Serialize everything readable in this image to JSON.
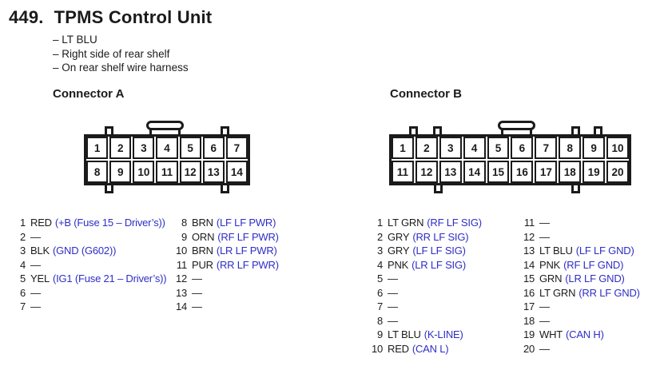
{
  "page": {
    "section_number": "449.",
    "section_title": "TPMS Control Unit",
    "notes": [
      "– LT BLU",
      "– Right side of rear shelf",
      "– On rear shelf wire harness"
    ]
  },
  "colors": {
    "ink": "#1b1b1b",
    "function_blue": "#2e2ec6"
  },
  "connectors": [
    {
      "label": "Connector A",
      "pins_top": [
        "1",
        "2",
        "3",
        "4",
        "5",
        "6",
        "7"
      ],
      "pins_bottom": [
        "8",
        "9",
        "10",
        "11",
        "12",
        "13",
        "14"
      ],
      "list_columns": [
        [
          {
            "n": "1",
            "wire": "RED",
            "fn": "(+B (Fuse 15 – Driver’s))"
          },
          {
            "n": "2",
            "wire": "—",
            "fn": ""
          },
          {
            "n": "3",
            "wire": "BLK",
            "fn": "(GND (G602))"
          },
          {
            "n": "4",
            "wire": "—",
            "fn": ""
          },
          {
            "n": "5",
            "wire": "YEL",
            "fn": "(IG1 (Fuse 21 – Driver’s))"
          },
          {
            "n": "6",
            "wire": "—",
            "fn": ""
          },
          {
            "n": "7",
            "wire": "—",
            "fn": ""
          }
        ],
        [
          {
            "n": "8",
            "wire": "BRN",
            "fn": "(LF LF PWR)"
          },
          {
            "n": "9",
            "wire": "ORN",
            "fn": "(RF LF PWR)"
          },
          {
            "n": "10",
            "wire": "BRN",
            "fn": "(LR LF PWR)"
          },
          {
            "n": "11",
            "wire": "PUR",
            "fn": "(RR LF PWR)"
          },
          {
            "n": "12",
            "wire": "—",
            "fn": ""
          },
          {
            "n": "13",
            "wire": "—",
            "fn": ""
          },
          {
            "n": "14",
            "wire": "—",
            "fn": ""
          }
        ]
      ]
    },
    {
      "label": "Connector B",
      "pins_top": [
        "1",
        "2",
        "3",
        "4",
        "5",
        "6",
        "7",
        "8",
        "9",
        "10"
      ],
      "pins_bottom": [
        "11",
        "12",
        "13",
        "14",
        "15",
        "16",
        "17",
        "18",
        "19",
        "20"
      ],
      "list_columns": [
        [
          {
            "n": "1",
            "wire": "LT GRN",
            "fn": "(RF LF SIG)"
          },
          {
            "n": "2",
            "wire": "GRY",
            "fn": "(RR LF SIG)"
          },
          {
            "n": "3",
            "wire": "GRY",
            "fn": "(LF LF SIG)"
          },
          {
            "n": "4",
            "wire": "PNK",
            "fn": "(LR LF SIG)"
          },
          {
            "n": "5",
            "wire": "—",
            "fn": ""
          },
          {
            "n": "6",
            "wire": "—",
            "fn": ""
          },
          {
            "n": "7",
            "wire": "—",
            "fn": ""
          },
          {
            "n": "8",
            "wire": "—",
            "fn": ""
          },
          {
            "n": "9",
            "wire": "LT BLU",
            "fn": "(K-LINE)"
          },
          {
            "n": "10",
            "wire": "RED",
            "fn": "(CAN L)"
          }
        ],
        [
          {
            "n": "11",
            "wire": "—",
            "fn": ""
          },
          {
            "n": "12",
            "wire": "—",
            "fn": ""
          },
          {
            "n": "13",
            "wire": "LT BLU",
            "fn": "(LF LF GND)"
          },
          {
            "n": "14",
            "wire": "PNK",
            "fn": "(RF LF GND)"
          },
          {
            "n": "15",
            "wire": "GRN",
            "fn": "(LR LF GND)"
          },
          {
            "n": "16",
            "wire": "LT GRN",
            "fn": "(RR LF GND)"
          },
          {
            "n": "17",
            "wire": "—",
            "fn": ""
          },
          {
            "n": "18",
            "wire": "—",
            "fn": ""
          },
          {
            "n": "19",
            "wire": "WHT",
            "fn": "(CAN H)"
          },
          {
            "n": "20",
            "wire": "—",
            "fn": ""
          }
        ]
      ]
    }
  ]
}
